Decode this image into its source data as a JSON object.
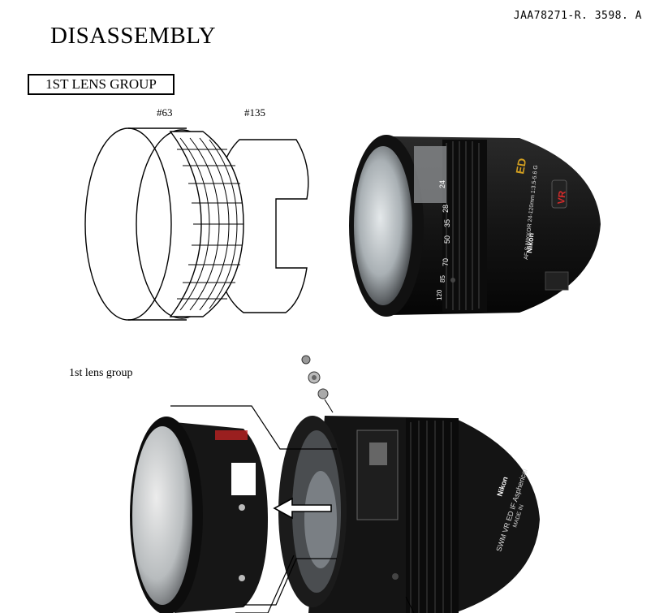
{
  "header": {
    "doc_id": "JAA78271-R. 3598. A"
  },
  "title": "DISASSEMBLY",
  "section": {
    "label": "1ST LENS GROUP"
  },
  "parts": {
    "part_a": "#63",
    "part_b": "#135"
  },
  "photo_caption": "1st lens group",
  "lens_markings": {
    "brand": "Nikon",
    "model_line": "AF-S NIKKOR 24-120mm 1:3.5-5.6 G",
    "ed_mark": "ED",
    "vr_mark": "VR",
    "focal_scale": [
      "24",
      "28",
      "35",
      "50",
      "70",
      "85",
      "120"
    ],
    "barrel_text_1": "SWM VR ED IF Aspherical",
    "barrel_text_2": "MADE IN"
  }
}
